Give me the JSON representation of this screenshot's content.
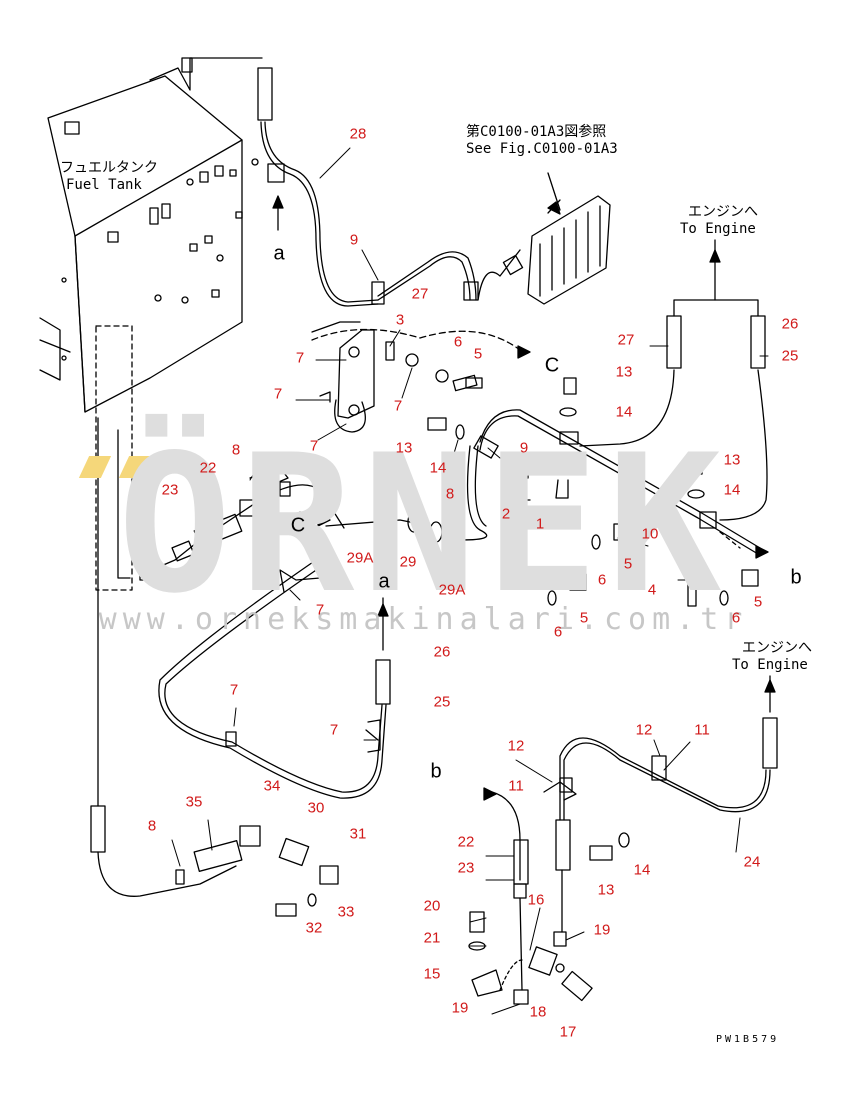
{
  "watermark": {
    "brand": "ÖRNEK",
    "url": "www.orneksmakinalari.com.tr"
  },
  "notes": {
    "fuel_tank_jp": "フュエルタンク",
    "fuel_tank_en": "Fuel Tank",
    "see_fig_jp": "第C0100-01A3図参照",
    "see_fig_en": "See Fig.C0100-01A3",
    "to_engine_jp": "エンジンへ",
    "to_engine_en": "To Engine",
    "to_engine2_jp": "エンジンへ",
    "to_engine2_en": "To Engine"
  },
  "references": {
    "a1": "a",
    "a2": "a",
    "c1": "C",
    "c2": "C",
    "b1": "b",
    "b2": "b"
  },
  "drawing_code": "PW1B579",
  "callouts": [
    "28",
    "9",
    "27",
    "3",
    "6",
    "5",
    "7",
    "7",
    "7",
    "7",
    "13",
    "14",
    "27",
    "26",
    "25",
    "13",
    "14",
    "9",
    "8",
    "13",
    "14",
    "8",
    "22",
    "23",
    "2",
    "1",
    "10",
    "5",
    "6",
    "29A",
    "29",
    "29A",
    "4",
    "6",
    "5",
    "5",
    "6",
    "7",
    "26",
    "25",
    "7",
    "7",
    "12",
    "11",
    "12",
    "11",
    "24",
    "35",
    "34",
    "8",
    "30",
    "31",
    "33",
    "32",
    "22",
    "23",
    "13",
    "14",
    "20",
    "21",
    "16",
    "19",
    "15",
    "19",
    "18",
    "17"
  ]
}
